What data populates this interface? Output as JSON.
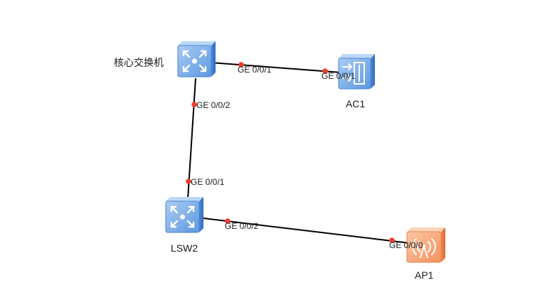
{
  "topology": {
    "devices": [
      {
        "id": "core",
        "type": "switch",
        "label": "核心交换机"
      },
      {
        "id": "ac1",
        "type": "ac",
        "label": "AC1"
      },
      {
        "id": "lsw2",
        "type": "switch",
        "label": "LSW2"
      },
      {
        "id": "ap1",
        "type": "ap",
        "label": "AP1"
      }
    ],
    "links": [
      {
        "from": "core",
        "from_port": "GE 0/0/1",
        "to": "ac1",
        "to_port": "GE 0/0/1"
      },
      {
        "from": "core",
        "from_port": "GE 0/0/2",
        "to": "lsw2",
        "to_port": "GE 0/0/1"
      },
      {
        "from": "lsw2",
        "from_port": "GE 0/0/2",
        "to": "ap1",
        "to_port": "GE 0/0/0"
      }
    ]
  },
  "colors": {
    "background": "#ffffff",
    "link": "#000000",
    "port_dot": "#f03c2e",
    "switch_face": "#6fa8e8",
    "switch_side": "#3f7fcf",
    "ap_face": "#f5a275",
    "ap_side": "#e57a40"
  }
}
